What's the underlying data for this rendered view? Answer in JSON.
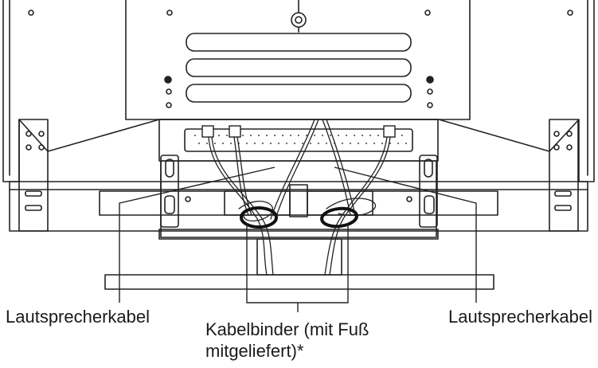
{
  "labels": {
    "speaker_cable_left": "Lautsprecherkabel",
    "speaker_cable_right": "Lautsprecherkabel",
    "cable_tie": "Kabelbinder (mit Fuß mitgeliefert)*"
  },
  "colors": {
    "line": "#222222",
    "fill": "#ffffff",
    "grill": "#444444"
  }
}
